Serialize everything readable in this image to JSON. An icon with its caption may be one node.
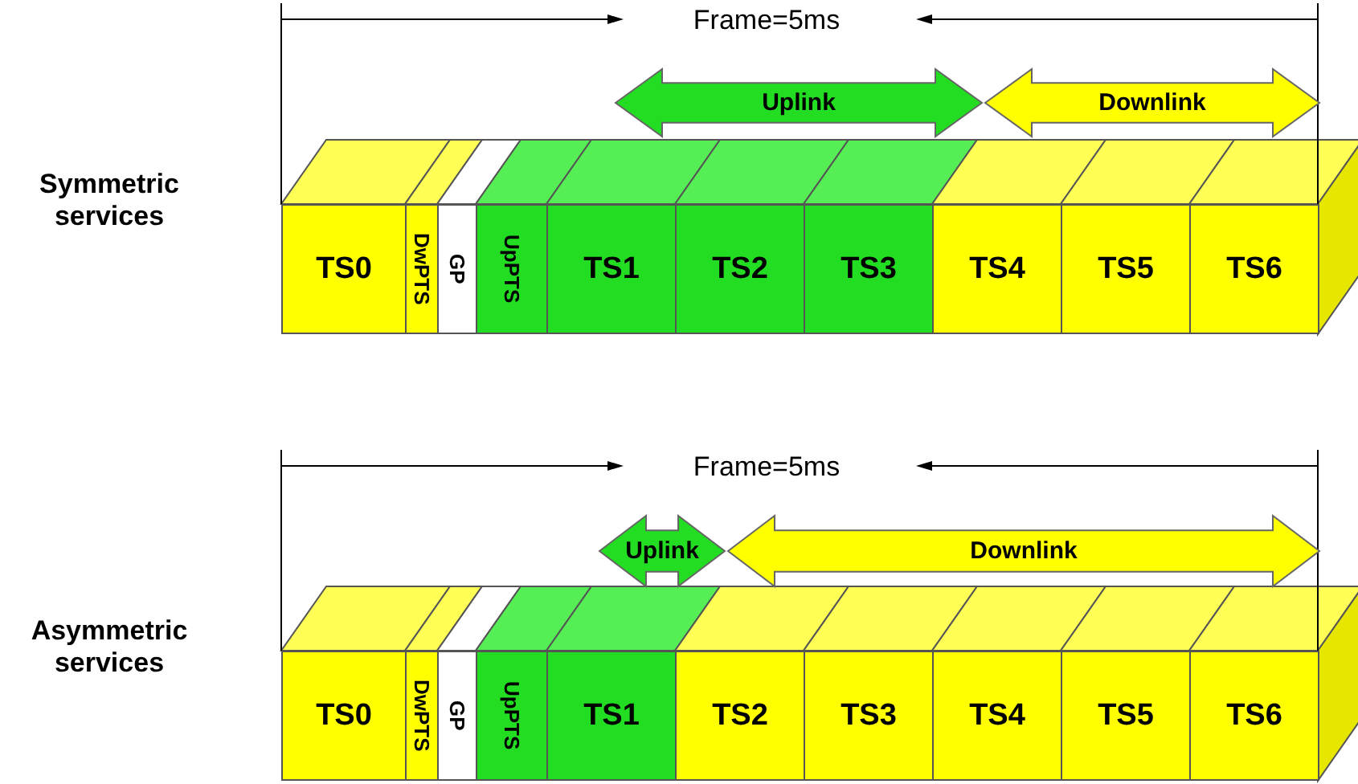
{
  "diagram": {
    "nodes": [
      {
        "text": [
          "Uplink"
        ]
      },
      {
        "text": [
          "Downlink"
        ]
      },
      {
        "text": [
          "TS0"
        ]
      },
      {
        "text": [
          "DwPTS"
        ]
      },
      {
        "text": [
          "GP"
        ]
      },
      {
        "text": [
          "UpPTS"
        ]
      },
      {
        "text": [
          "TS1"
        ]
      },
      {
        "text": [
          "TS2"
        ]
      },
      {
        "text": [
          "TS3"
        ]
      },
      {
        "text": [
          "TS4"
        ]
      },
      {
        "text": [
          "TS5"
        ]
      },
      {
        "text": [
          "TS6"
        ]
      },
      {
        "text": [
          "Uplink"
        ]
      },
      {
        "text": [
          "Downlink"
        ]
      },
      {
        "text": [
          "TS0"
        ]
      },
      {
        "text": [
          "DwPTS"
        ]
      },
      {
        "text": [
          "GP"
        ]
      },
      {
        "text": [
          "UpPTS"
        ]
      },
      {
        "text": [
          "TS1"
        ]
      },
      {
        "text": [
          "TS2"
        ]
      },
      {
        "text": [
          "TS3"
        ]
      },
      {
        "text": [
          "TS4"
        ]
      },
      {
        "text": [
          "TS5"
        ]
      },
      {
        "text": [
          "TS6"
        ]
      }
    ],
    "labels": [
      "Frame=5ms",
      "Symmetric services",
      "Frame=5ms",
      "Asymmetric services"
    ]
  }
}
